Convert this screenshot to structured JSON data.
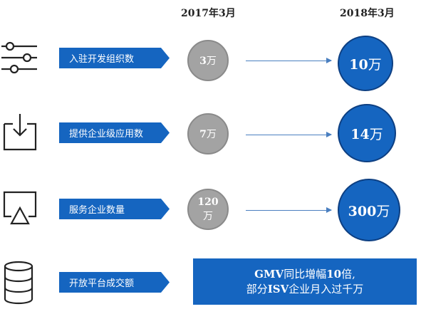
{
  "headers": {
    "col2017": "2017年3月",
    "col2018": "2018年3月"
  },
  "rows": [
    {
      "icon": "sliders-icon",
      "label": "入驻开发组织数",
      "v2017": {
        "num": "3",
        "unit": "万"
      },
      "v2018": {
        "num": "10",
        "unit": "万"
      }
    },
    {
      "icon": "inbox-download-icon",
      "label": "提供企业级应用数",
      "v2017": {
        "num": "7",
        "unit": "万"
      },
      "v2018": {
        "num": "14",
        "unit": "万"
      }
    },
    {
      "icon": "airplay-icon",
      "label": "服务企业数量",
      "v2017": {
        "num": "120",
        "unit": "万"
      },
      "v2018": {
        "num": "300",
        "unit": "万"
      }
    },
    {
      "icon": "database-icon",
      "label": "开放平台成交额"
    }
  ],
  "gmv": {
    "line1_a": "GMV",
    "line1_b": "同比增幅",
    "line1_c": "10",
    "line1_d": "倍,",
    "line2_a": "部分",
    "line2_b": "ISV",
    "line2_c": "企业月入过千万"
  },
  "colors": {
    "accent": "#1565c0",
    "grey": "#a3a3a3"
  }
}
